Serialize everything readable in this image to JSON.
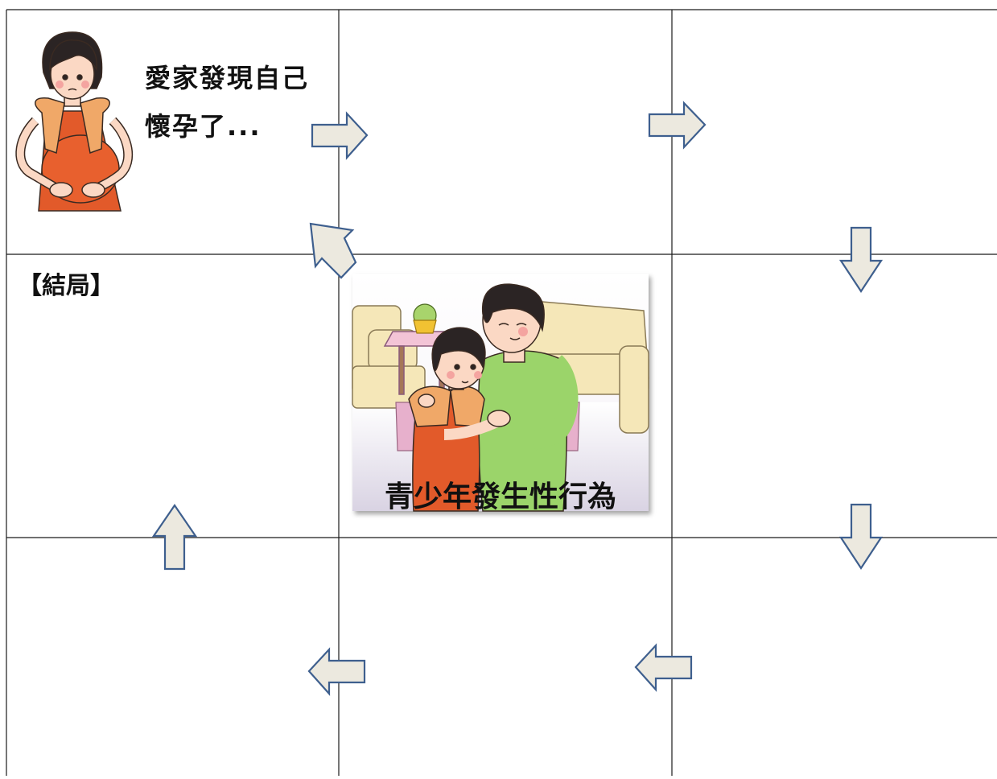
{
  "cells": {
    "top_left": {
      "line1": "愛家發現自己",
      "line2": "懷孕了..."
    },
    "middle_left": {
      "label": "【結局】"
    },
    "center": {
      "caption": "青少年發生性行為"
    }
  },
  "illustrations": {
    "pregnant_girl": "pregnant-girl-illustration",
    "couple": "teen-couple-illustration"
  },
  "colors": {
    "grid_line": "#1a1a1a",
    "arrow_fill": "#ece9df",
    "arrow_stroke": "#3e5f8e",
    "dress": "#e25a2a",
    "cardigan": "#f0a868",
    "green_shirt": "#9bd46a",
    "sofa": "#f5e7b8"
  },
  "flow_arrows": [
    "right",
    "right",
    "down",
    "down",
    "left",
    "left",
    "up",
    "up-left"
  ]
}
